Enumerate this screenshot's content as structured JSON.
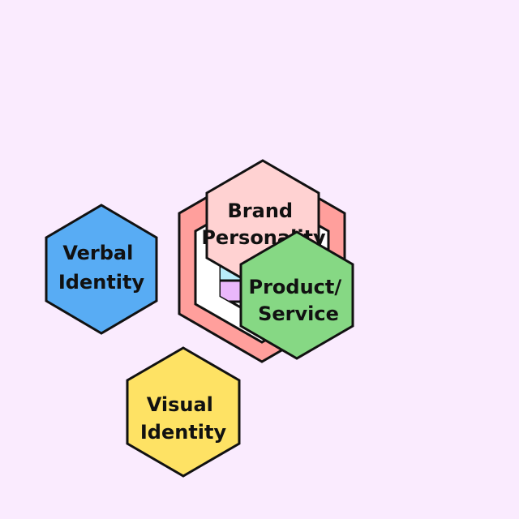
{
  "diagram": {
    "background": "#FAEBFE",
    "nodes": [
      {
        "id": "verbal-identity",
        "lines": [
          "Verbal",
          "Identity"
        ],
        "fill": "#58ACF4"
      },
      {
        "id": "brand-personality",
        "lines": [
          "Brand",
          "Personality"
        ],
        "fill": "#FFD2D2"
      },
      {
        "id": "product-service",
        "lines": [
          "Product/",
          "Service"
        ],
        "fill": "#86D884"
      },
      {
        "id": "visual-identity",
        "lines": [
          "Visual",
          "Identity"
        ],
        "fill": "#FEE264"
      }
    ],
    "core_layers": [
      {
        "id": "outer-ring",
        "fill": "#FF9F9C"
      },
      {
        "id": "white-ring",
        "fill": "#FFFFFF"
      },
      {
        "id": "cyan-band",
        "fill": "#B9EDFA"
      },
      {
        "id": "purple-band",
        "fill": "#EAB7FB"
      }
    ]
  }
}
